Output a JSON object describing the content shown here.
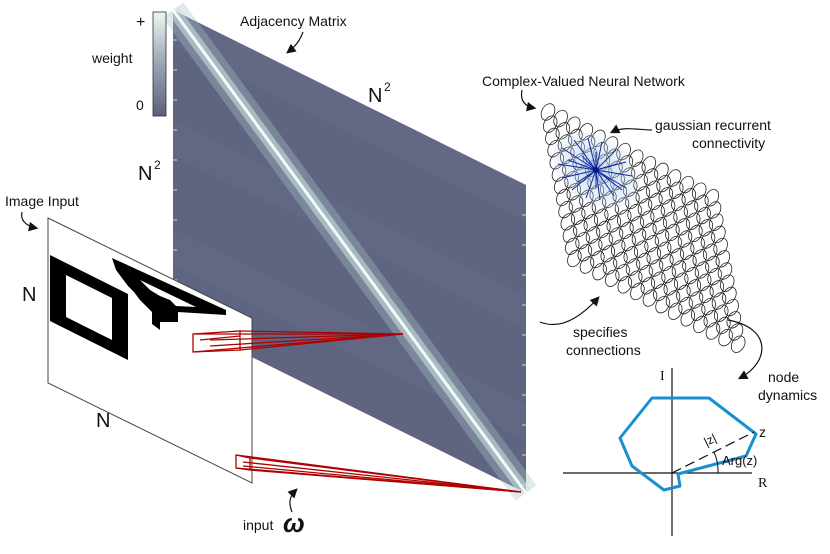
{
  "labels": {
    "adjacency_matrix": "Adjacency Matrix",
    "n_squared_top": "N",
    "n_squared_left": "N",
    "exp": "2",
    "weight": "weight",
    "colorbar_max": "+",
    "colorbar_min": "0",
    "image_input": "Image Input",
    "n_side": "N",
    "n_bottom": "N",
    "network_title": "Complex-Valued Neural Network",
    "gaussian_line1": "gaussian recurrent",
    "gaussian_line2": "connectivity",
    "specifies_line1": "specifies",
    "specifies_line2": "connections",
    "node_line1": "node",
    "node_line2": "dynamics",
    "input_label": "input",
    "omega": "ω",
    "axis_imag": "I",
    "axis_real": "R",
    "z_label": "z",
    "mod_z": "|z|",
    "arg_z": "Arg(z)"
  },
  "colors": {
    "matrix_dark": "#5c6079",
    "matrix_light": "#e6f3f0",
    "input_red": "#b00000",
    "network_fill": "#c8dcf5",
    "network_center": "#1428a0",
    "trajectory": "#1a8fd0"
  }
}
